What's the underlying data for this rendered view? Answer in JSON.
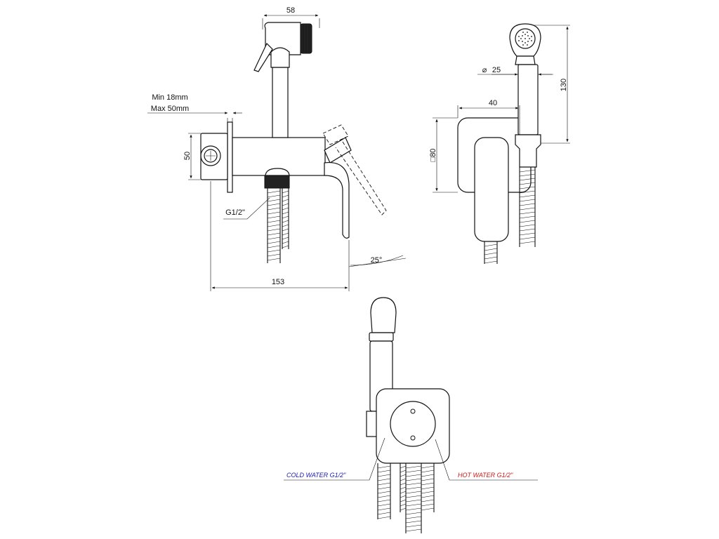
{
  "dimensions": {
    "head_width": "58",
    "wall_min": "Min 18mm",
    "wall_max": "Max 50mm",
    "height_50": "50",
    "thread": "G1/2\"",
    "angle": "25°",
    "total_length": "153",
    "diameter": "25",
    "diameter_symbol": "⌀",
    "depth_40": "40",
    "plate_80": "□80",
    "height_130": "130"
  },
  "labels": {
    "cold_water": "COLD WATER G1/2\"",
    "hot_water": "HOT WATER G1/2\""
  },
  "colors": {
    "line": "#111111",
    "cold_label": "#1a1ab8",
    "hot_label": "#d01818"
  }
}
